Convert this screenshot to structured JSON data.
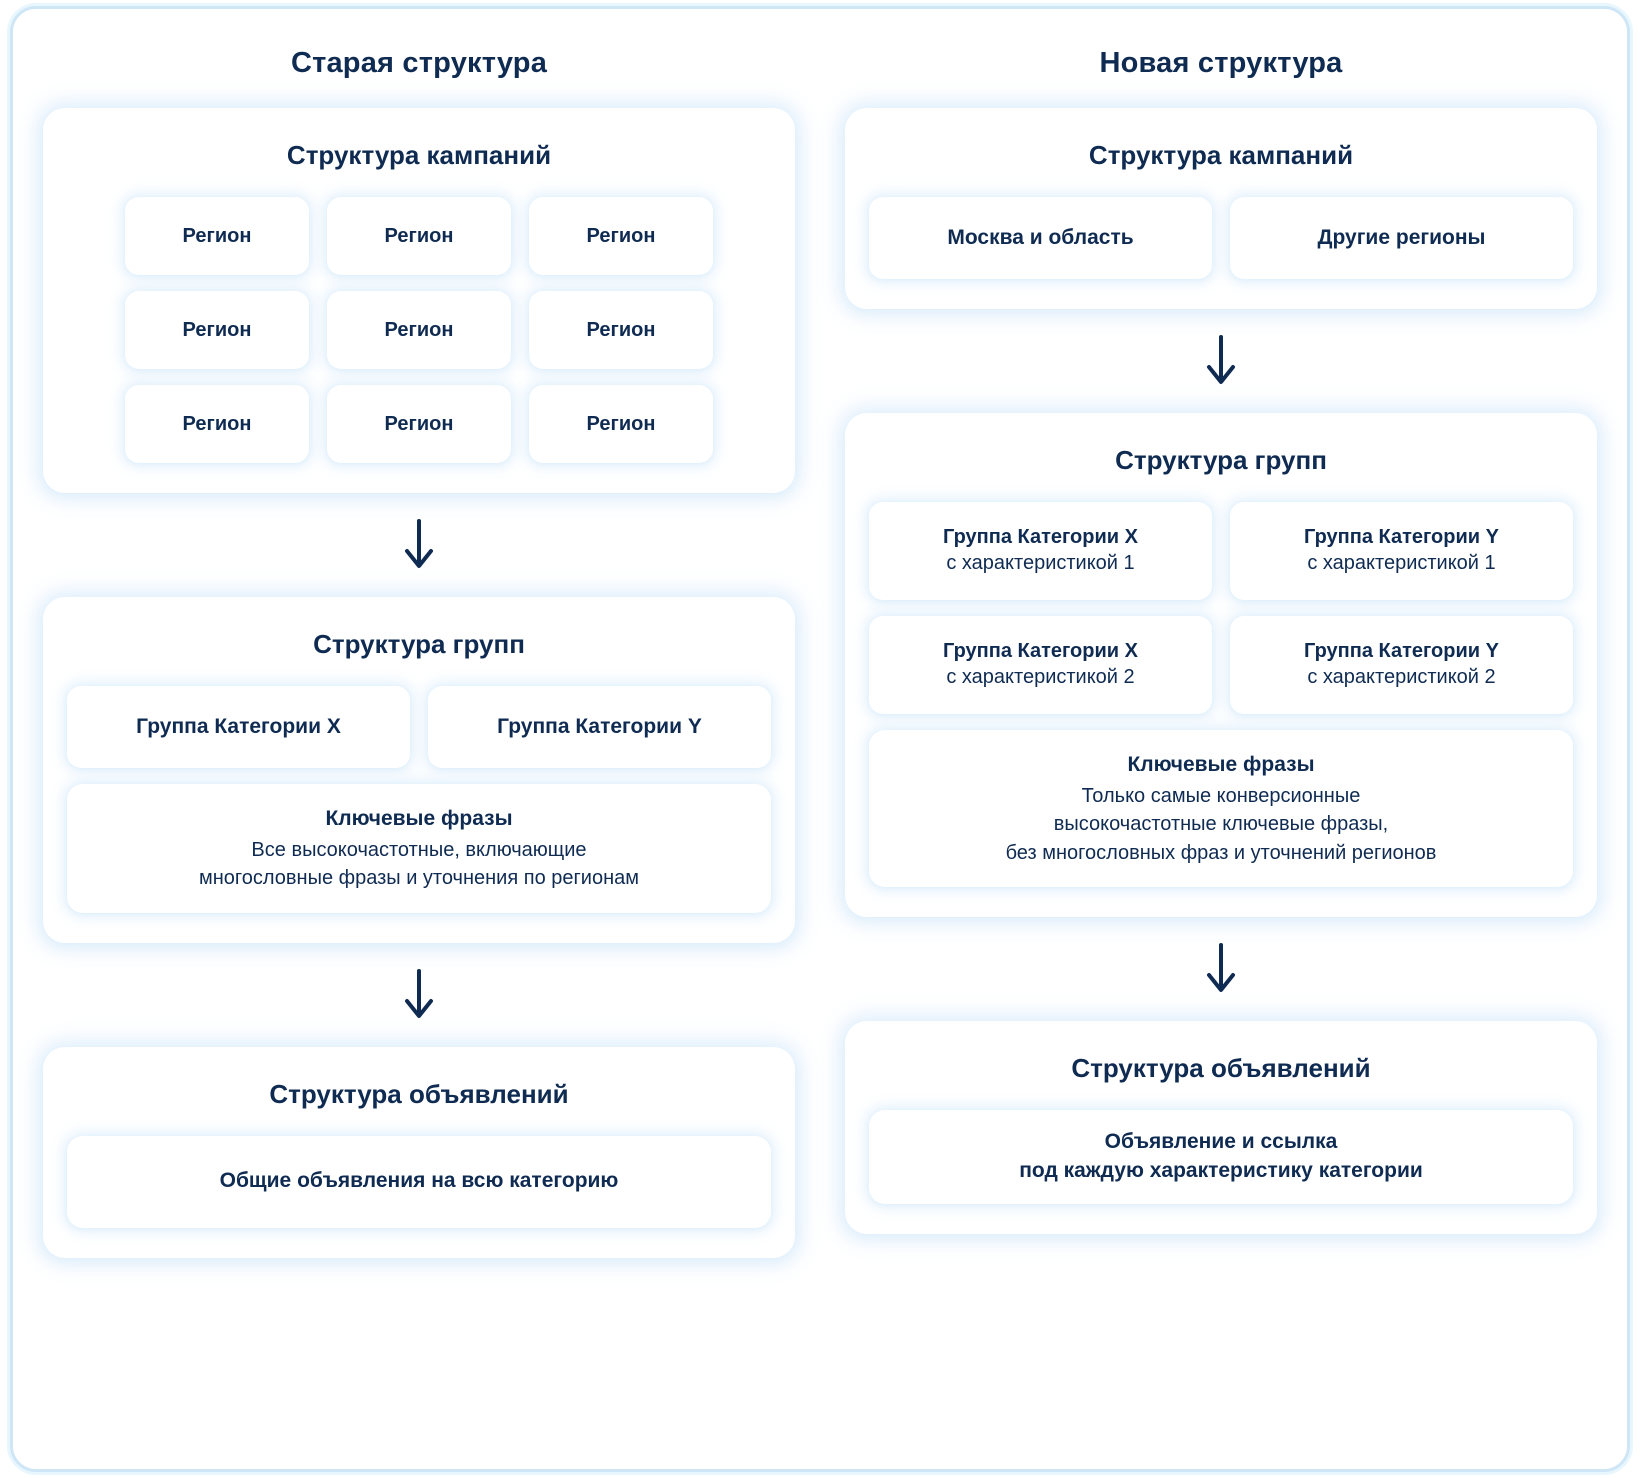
{
  "columns": [
    {
      "title": "Старая структура",
      "campaigns": {
        "title": "Структура кампаний",
        "regions": [
          "Регион",
          "Регион",
          "Регион",
          "Регион",
          "Регион",
          "Регион",
          "Регион",
          "Регион",
          "Регион"
        ]
      },
      "groups": {
        "title": "Структура групп",
        "items": [
          {
            "line1": "Группа Категории X",
            "line2": ""
          },
          {
            "line1": "Группа Категории  Y",
            "line2": ""
          }
        ],
        "keywords": {
          "title": "Ключевые фразы",
          "lines": [
            "Все высокочастотные, включающие",
            "многословные фразы и уточнения по регионам"
          ]
        }
      },
      "ads": {
        "title": "Структура объявлений",
        "lines": [
          "Общие объявления на всю категорию"
        ]
      }
    },
    {
      "title": "Новая структура",
      "campaigns": {
        "title": "Структура кампаний",
        "regions": [
          "Москва и область",
          "Другие регионы"
        ]
      },
      "groups": {
        "title": "Структура групп",
        "items": [
          {
            "line1": "Группа Категории X",
            "line2": "с характеристикой 1"
          },
          {
            "line1": "Группа Категории  Y",
            "line2": "с характеристикой 1"
          },
          {
            "line1": "Группа Категории X",
            "line2": "с характеристикой 2"
          },
          {
            "line1": "Группа Категории  Y",
            "line2": "с характеристикой 2"
          }
        ],
        "keywords": {
          "title": "Ключевые фразы",
          "lines": [
            "Только самые конверсионные",
            "высокочастотные ключевые фразы,",
            "без многословных фраз и уточнений регионов"
          ]
        }
      },
      "ads": {
        "title": "Структура объявлений",
        "lines": [
          "Объявление и ссылка",
          "под каждую характеристику категории"
        ]
      }
    }
  ],
  "icons": {
    "arrow_down": "arrow-down-icon"
  },
  "colors": {
    "text": "#0f2b52",
    "frame_border": "#cfe6f7",
    "card_glow": "#def0fc",
    "background": "#ffffff"
  }
}
